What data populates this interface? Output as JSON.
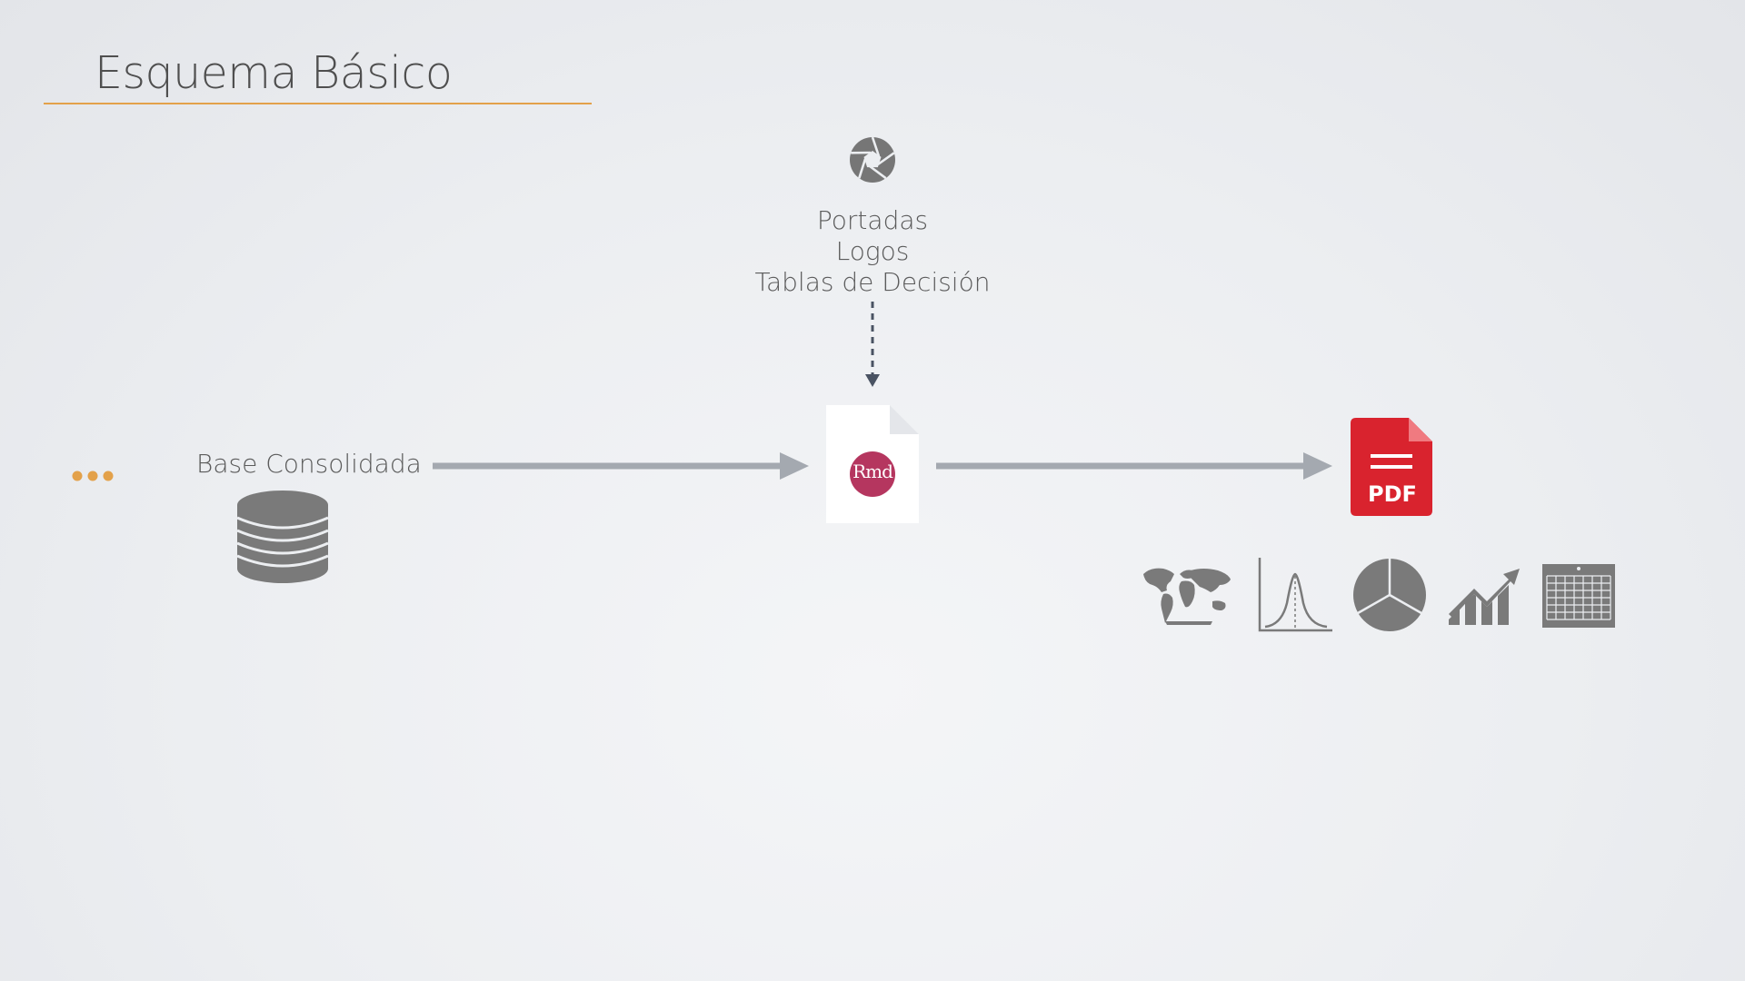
{
  "slide": {
    "title": "Esquema Básico"
  },
  "diagram": {
    "ellipsis_label": "•••",
    "source": {
      "label": "Base Consolidada",
      "icon": "database-icon"
    },
    "inputs": {
      "icon": "aperture-icon",
      "lines": [
        "Portadas",
        "Logos",
        "Tablas de Decisión"
      ]
    },
    "processor": {
      "icon": "rmd-file-icon",
      "badge": "Rmd"
    },
    "output": {
      "icon": "pdf-file-icon",
      "badge": "PDF"
    },
    "output_contents": [
      {
        "icon": "world-map-icon"
      },
      {
        "icon": "bell-curve-icon"
      },
      {
        "icon": "pie-chart-icon"
      },
      {
        "icon": "growth-bar-chart-icon"
      },
      {
        "icon": "calendar-grid-icon"
      }
    ]
  },
  "colors": {
    "accent": "#e3a14a",
    "arrow": "#a4a9b0",
    "dashed_arrow": "#4a5363",
    "icon_gray": "#7a7a7a",
    "rmd": "#b5365f",
    "pdf": "#d9232e"
  }
}
